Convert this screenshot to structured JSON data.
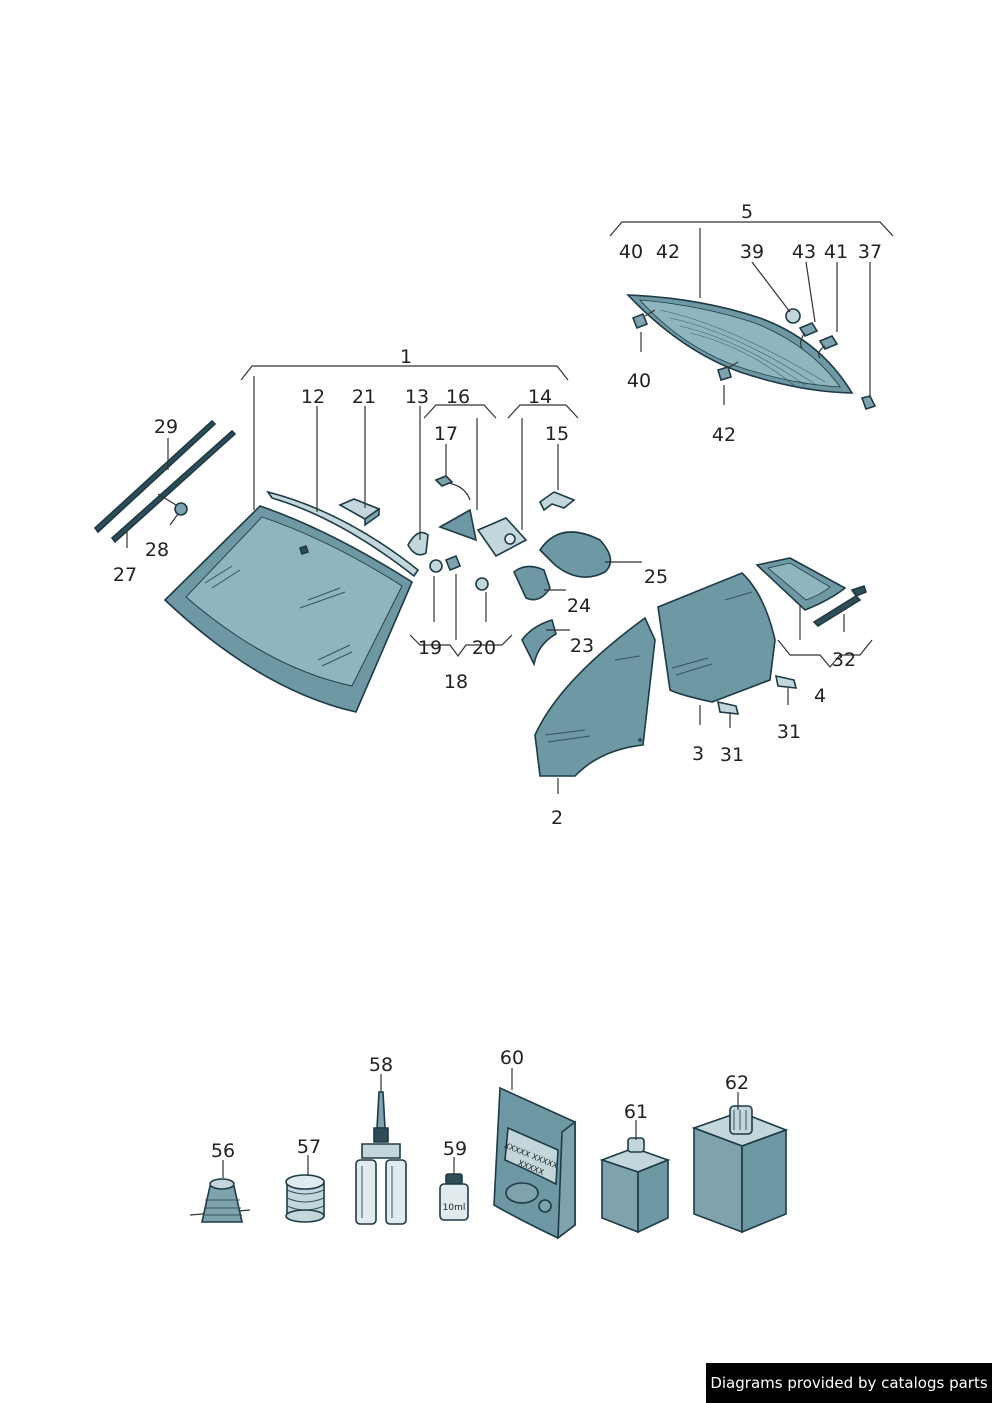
{
  "callouts": {
    "c1": "1",
    "c2": "2",
    "c3": "3",
    "c4": "4",
    "c5": "5",
    "c12": "12",
    "c13": "13",
    "c14": "14",
    "c15": "15",
    "c16": "16",
    "c17": "17",
    "c18": "18",
    "c19": "19",
    "c20": "20",
    "c21": "21",
    "c23": "23",
    "c24": "24",
    "c25": "25",
    "c27": "27",
    "c28": "28",
    "c29": "29",
    "c31a": "31",
    "c31b": "31",
    "c32": "32",
    "c37": "37",
    "c39": "39",
    "c40a": "40",
    "c40b": "40",
    "c41": "41",
    "c42a": "42",
    "c42b": "42",
    "c43": "43",
    "c56": "56",
    "c57": "57",
    "c58": "58",
    "c59": "59",
    "c60": "60",
    "c61": "61",
    "c62": "62"
  },
  "labels": {
    "bottle_59": "10ml",
    "bag_60_line1": "XXXXX XXXXX",
    "bag_60_line2": "XXXXX"
  },
  "footer": {
    "text": "Diagrams provided by catalogs parts"
  },
  "colors": {
    "glass": "#6e98a3",
    "outline": "#1d3a45",
    "footer_bg": "#000000"
  }
}
